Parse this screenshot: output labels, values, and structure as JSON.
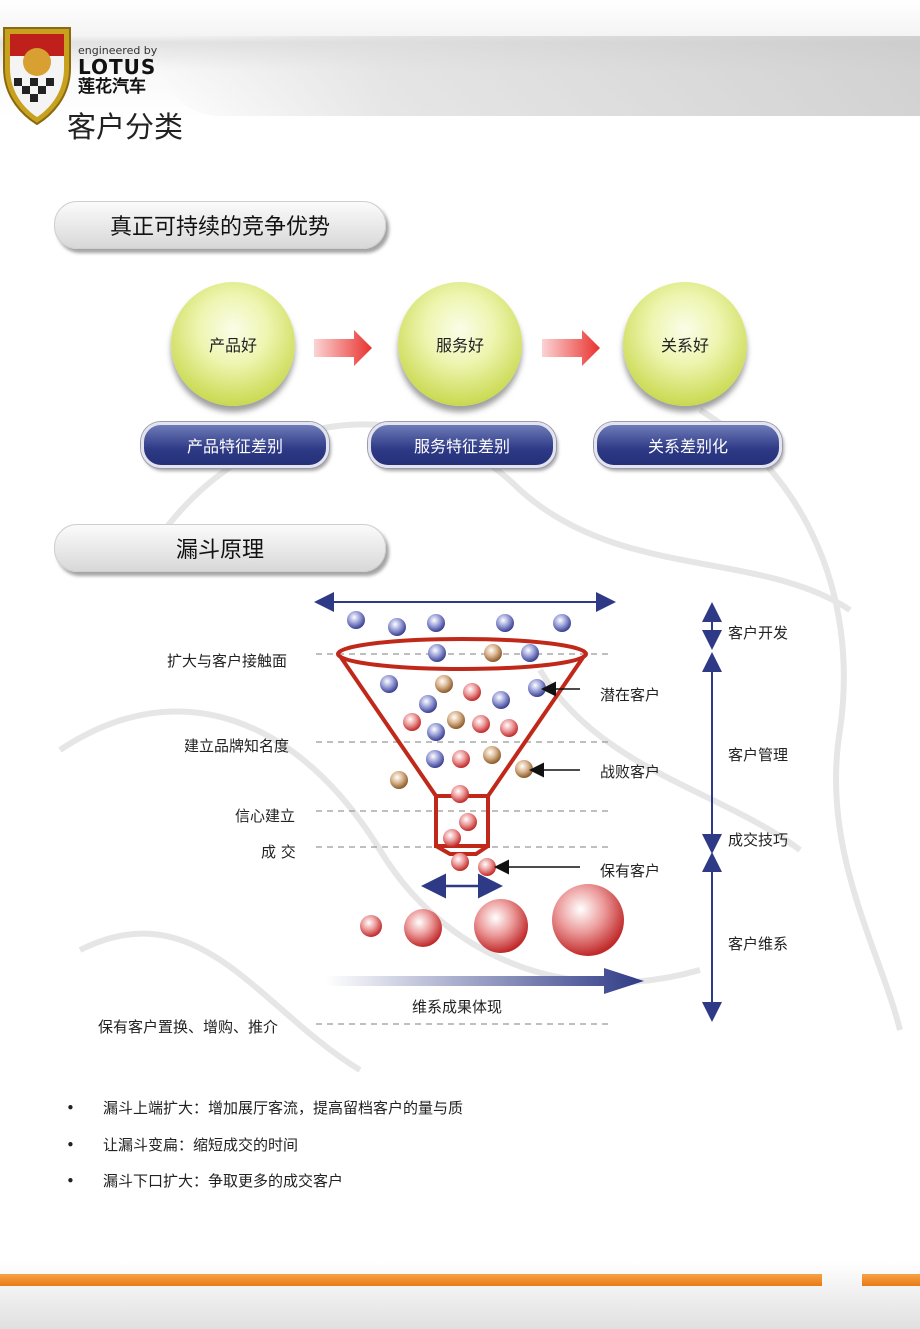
{
  "logo": {
    "small": "engineered by",
    "big": "LOTUS",
    "cn": "莲花汽车"
  },
  "page_title": "客户分类",
  "section1": {
    "title": "真正可持续的竞争优势",
    "spheres": [
      "产品好",
      "服务好",
      "关系好"
    ],
    "bars": [
      "产品特征差别",
      "服务特征差别",
      "关系差别化"
    ]
  },
  "section2": {
    "title": "漏斗原理",
    "left_labels": [
      "扩大与客户接触面",
      "建立品牌知名度",
      "信心建立",
      "成 交",
      "保有客户置换、增购、推介"
    ],
    "right_labels": [
      "潜在客户",
      "战败客户",
      "保有客户"
    ],
    "stages": [
      "客户开发",
      "客户管理",
      "成交技巧",
      "客户维系"
    ],
    "arrow_label": "维系成果体现"
  },
  "bullets": [
    "漏斗上端扩大：增加展厅客流，提高留档客户的量与质",
    "让漏斗变扁：缩短成交的时间",
    "漏斗下口扩大：争取更多的成交客户"
  ],
  "colors": {
    "accent_orange": "#f08a1c",
    "navy": "#2e3a86",
    "funnel_red": "#c0281a"
  }
}
